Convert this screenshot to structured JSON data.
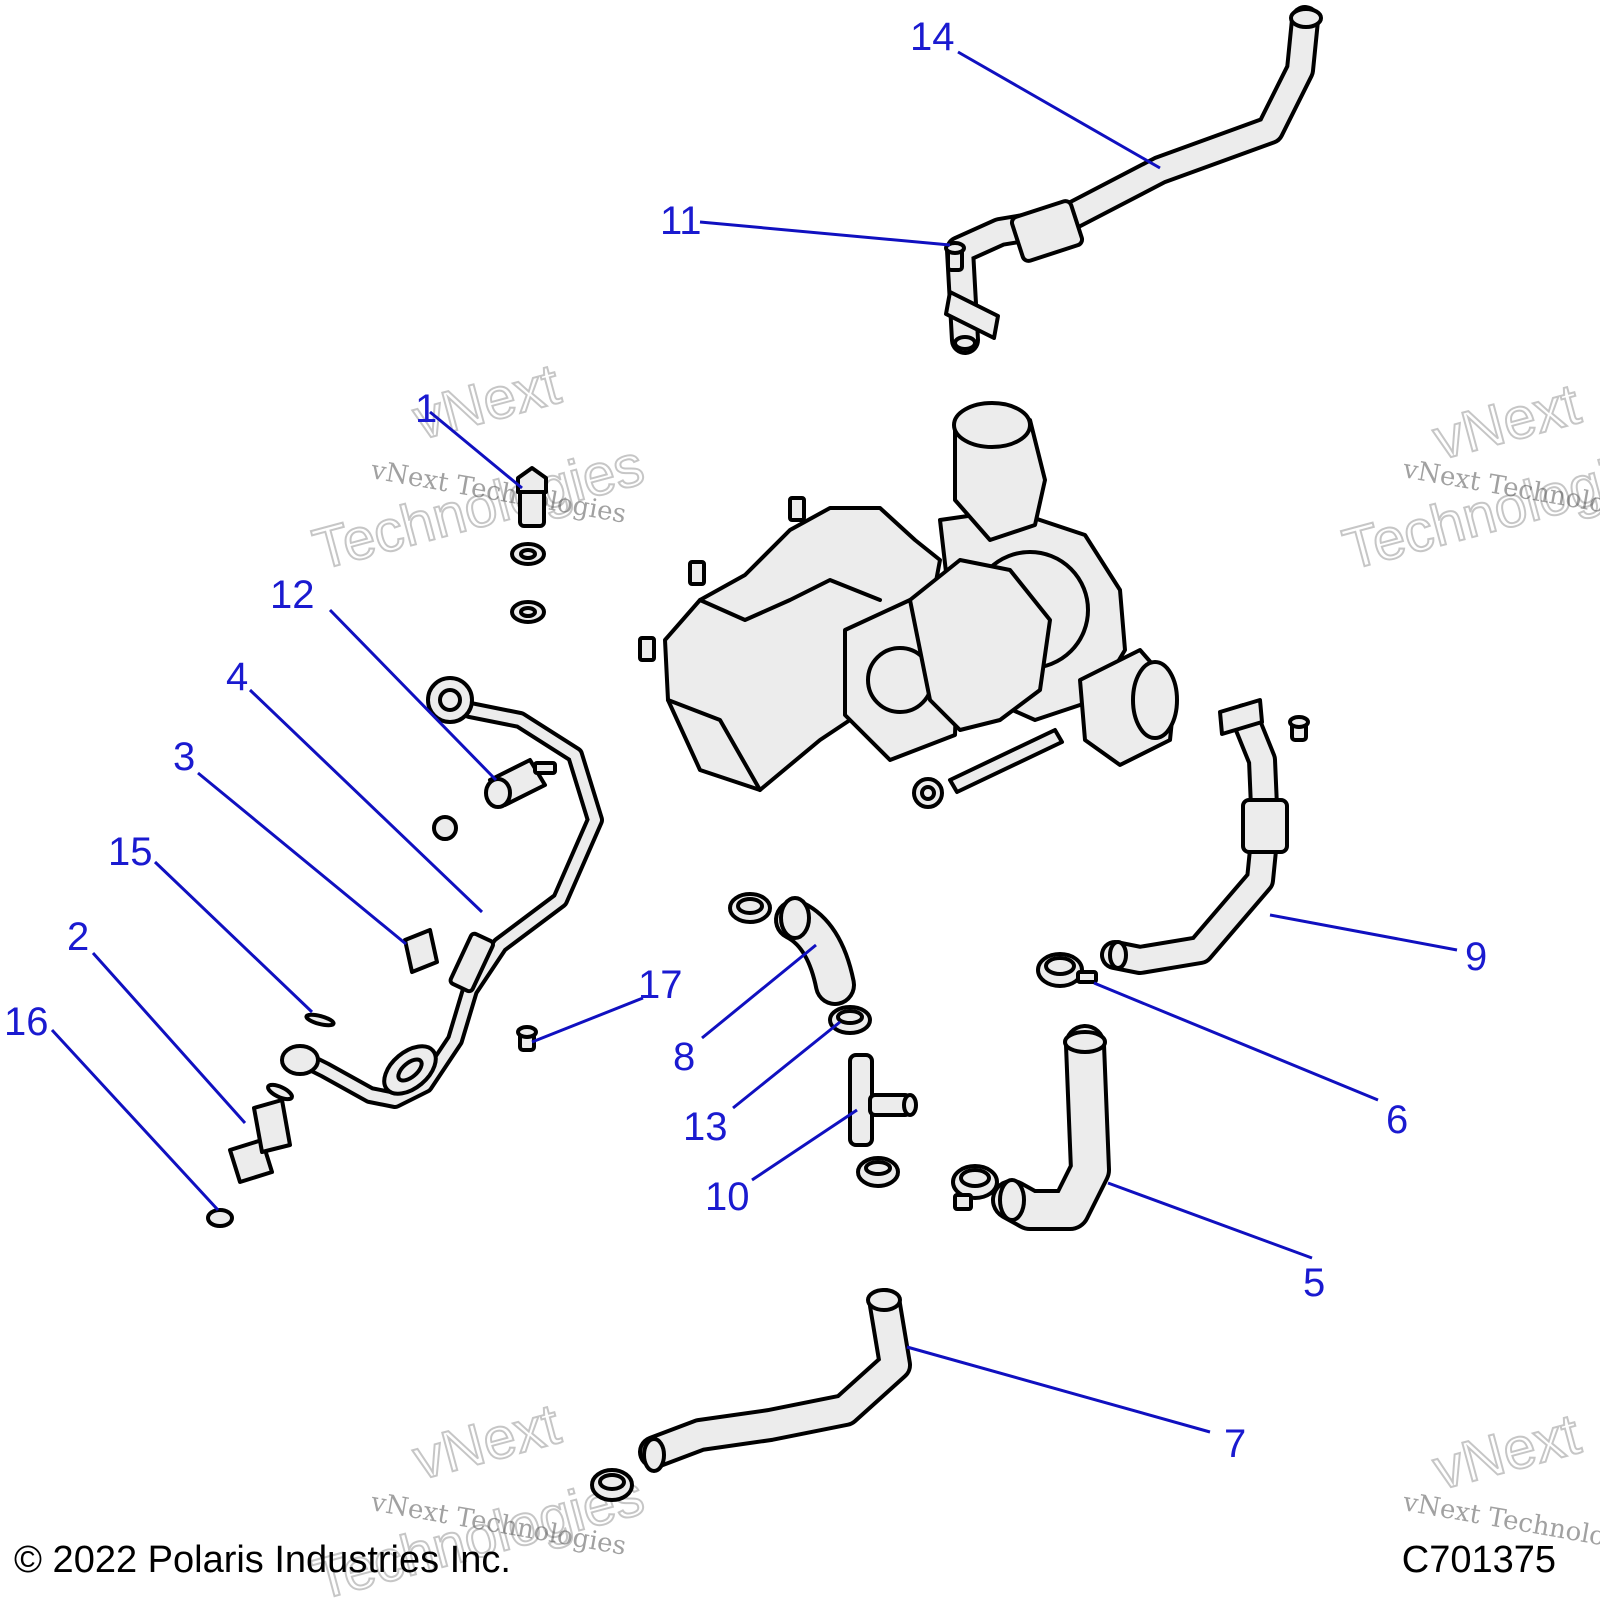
{
  "callouts": [
    {
      "id": "1",
      "label": "1"
    },
    {
      "id": "2",
      "label": "2"
    },
    {
      "id": "3",
      "label": "3"
    },
    {
      "id": "4",
      "label": "4"
    },
    {
      "id": "5",
      "label": "5"
    },
    {
      "id": "6",
      "label": "6"
    },
    {
      "id": "7",
      "label": "7"
    },
    {
      "id": "8",
      "label": "8"
    },
    {
      "id": "9",
      "label": "9"
    },
    {
      "id": "10",
      "label": "10"
    },
    {
      "id": "11",
      "label": "11"
    },
    {
      "id": "12",
      "label": "12"
    },
    {
      "id": "13",
      "label": "13"
    },
    {
      "id": "14",
      "label": "14"
    },
    {
      "id": "15",
      "label": "15"
    },
    {
      "id": "16",
      "label": "16"
    },
    {
      "id": "17",
      "label": "17"
    }
  ],
  "watermark": {
    "company_line": "vNext Technologies",
    "brand_top": "vNext",
    "brand_bottom": "Technologies"
  },
  "footer": {
    "copyright": "© 2022 Polaris Industries Inc.",
    "drawing_number": "C701375"
  },
  "colors": {
    "callout": "#1a1ad0",
    "part_fill": "#ececec",
    "outline": "#000000"
  }
}
